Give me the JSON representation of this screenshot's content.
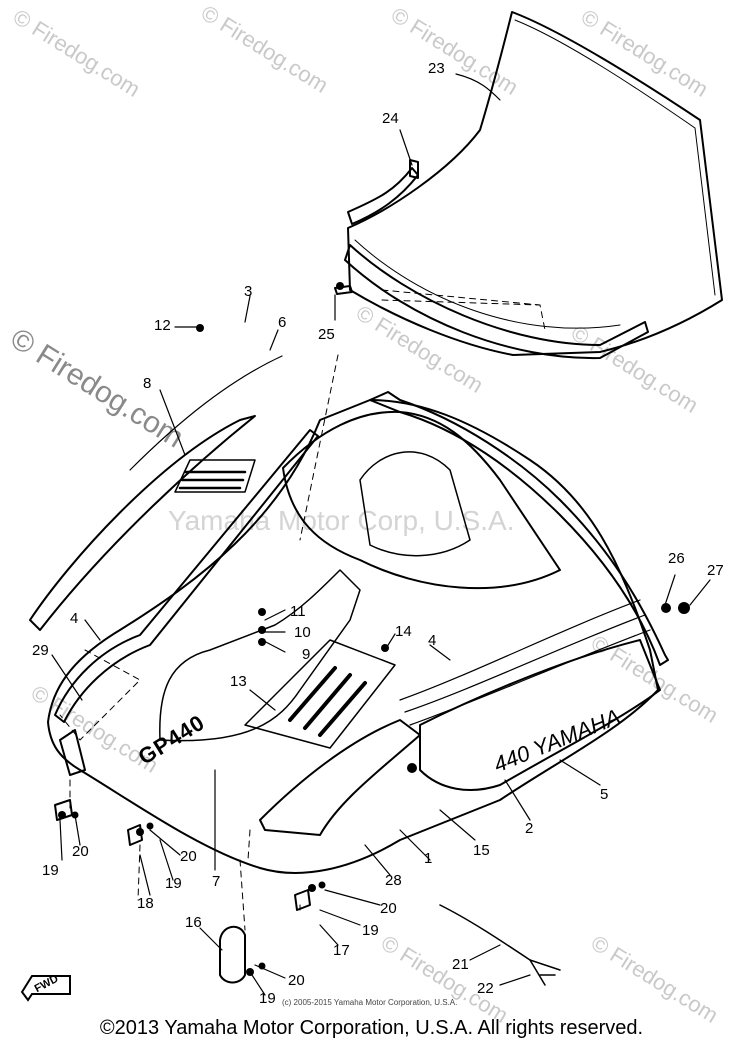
{
  "watermarks": {
    "site": "© Firedog.com",
    "corp": "Yamaha Motor Corp, U.S.A."
  },
  "callouts": [
    "1",
    "2",
    "3",
    "4",
    "4",
    "5",
    "6",
    "7",
    "8",
    "9",
    "10",
    "11",
    "12",
    "13",
    "14",
    "15",
    "16",
    "17",
    "18",
    "19",
    "19",
    "19",
    "19",
    "20",
    "20",
    "20",
    "20",
    "21",
    "22",
    "23",
    "24",
    "25",
    "26",
    "27",
    "28",
    "29"
  ],
  "labels": {
    "gp_badge": "GP440",
    "side_badge": "440 YAMAHA",
    "fwd": "FWD"
  },
  "footer": {
    "small_copyright": "(c) 2005-2015 Yamaha Motor Corporation, U.S.A.",
    "copyright": "©2013 Yamaha Motor Corporation, U.S.A. All rights reserved."
  },
  "colors": {
    "ink": "#000000",
    "watermark": "#c9c9c9"
  }
}
